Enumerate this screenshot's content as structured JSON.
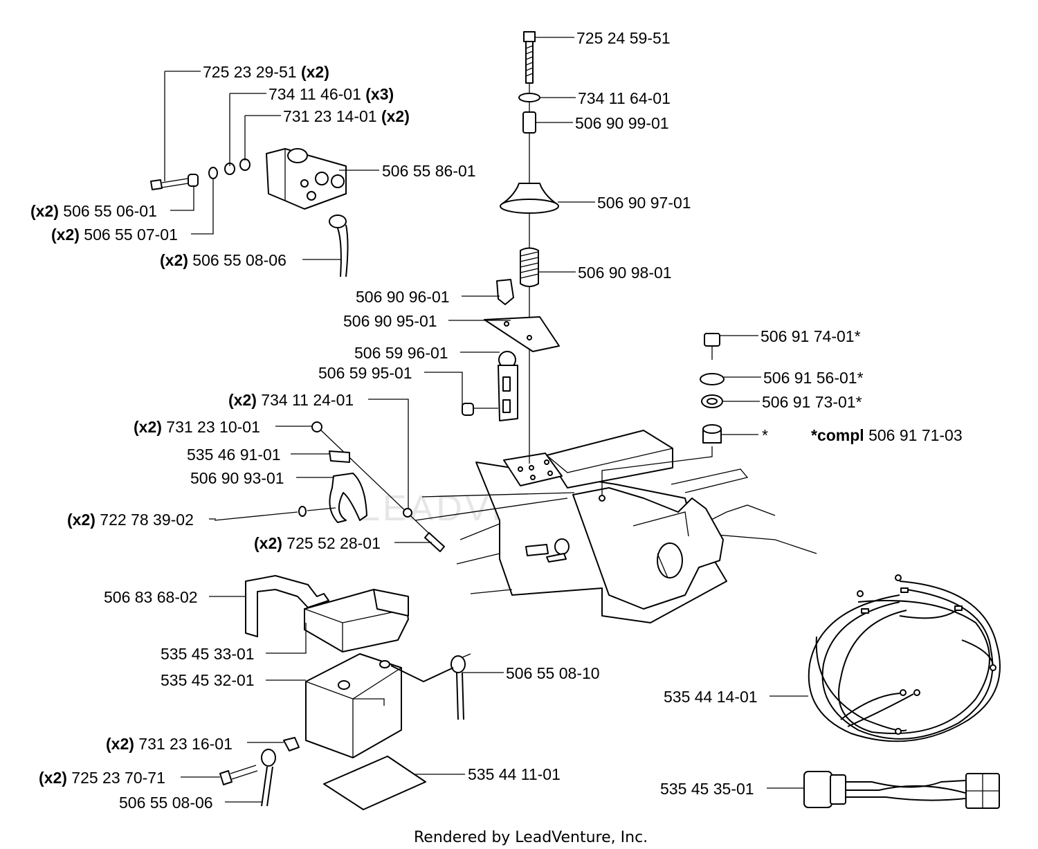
{
  "footer": "Rendered by LeadVenture, Inc.",
  "watermark": "LEADVENTURE",
  "callouts": {
    "p725245951": {
      "qty": "",
      "part": "725 24 59-51"
    },
    "p734116401": {
      "qty": "",
      "part": "734 11 64-01"
    },
    "p506909901": {
      "qty": "",
      "part": "506 90 99-01"
    },
    "p506909701": {
      "qty": "",
      "part": "506 90 97-01"
    },
    "p506909801": {
      "qty": "",
      "part": "506 90 98-01"
    },
    "p506909601": {
      "qty": "",
      "part": "506 90 96-01"
    },
    "p506909501": {
      "qty": "",
      "part": "506 90 95-01"
    },
    "p506599601": {
      "qty": "",
      "part": "506 59 96-01"
    },
    "p506599501": {
      "qty": "",
      "part": "506 59 95-01"
    },
    "p725232951": {
      "qty": "(x2)",
      "part": "725 23 29-51"
    },
    "p734114601": {
      "qty": "(x3)",
      "part": "734 11 46-01"
    },
    "p731231401": {
      "qty": "(x2)",
      "part": "731 23 14-01"
    },
    "p506558601": {
      "qty": "",
      "part": "506 55 86-01"
    },
    "p506550601": {
      "qty": "(x2)",
      "part": "506 55 06-01"
    },
    "p506550701": {
      "qty": "(x2)",
      "part": "506 55 07-01"
    },
    "p506550806": {
      "qty": "(x2)",
      "part": "506 55 08-06"
    },
    "p734112401": {
      "qty": "(x2)",
      "part": "734 11 24-01"
    },
    "p731231001": {
      "qty": "(x2)",
      "part": "731 23 10-01"
    },
    "p535469101": {
      "qty": "",
      "part": "535 46 91-01"
    },
    "p506909301": {
      "qty": "",
      "part": "506 90 93-01"
    },
    "p722783902": {
      "qty": "(x2)",
      "part": "722 78 39-02"
    },
    "p725522801": {
      "qty": "(x2)",
      "part": "725 52 28-01"
    },
    "p506917401": {
      "qty": "",
      "part": "506 91 74-01*"
    },
    "p506915601": {
      "qty": "",
      "part": "506 91 56-01*"
    },
    "p506917301": {
      "qty": "",
      "part": "506 91 73-01*"
    },
    "pstar": {
      "qty": "",
      "part": "*"
    },
    "pcompl": {
      "qty": "*compl",
      "part": "506 91 71-03"
    },
    "p506836802": {
      "qty": "",
      "part": "506 83 68-02"
    },
    "p535453301": {
      "qty": "",
      "part": "535 45 33-01"
    },
    "p535453201": {
      "qty": "",
      "part": "535 45 32-01"
    },
    "p506550810": {
      "qty": "",
      "part": "506 55 08-10"
    },
    "p731231601": {
      "qty": "(x2)",
      "part": "731 23 16-01"
    },
    "p725237071": {
      "qty": "(x2)",
      "part": "725 23 70-71"
    },
    "p506550806b": {
      "qty": "",
      "part": "506 55 08-06"
    },
    "p535441101": {
      "qty": "",
      "part": "535 44 11-01"
    },
    "p535441401": {
      "qty": "",
      "part": "535 44 14-01"
    },
    "p535453501": {
      "qty": "",
      "part": "535 45 35-01"
    }
  }
}
